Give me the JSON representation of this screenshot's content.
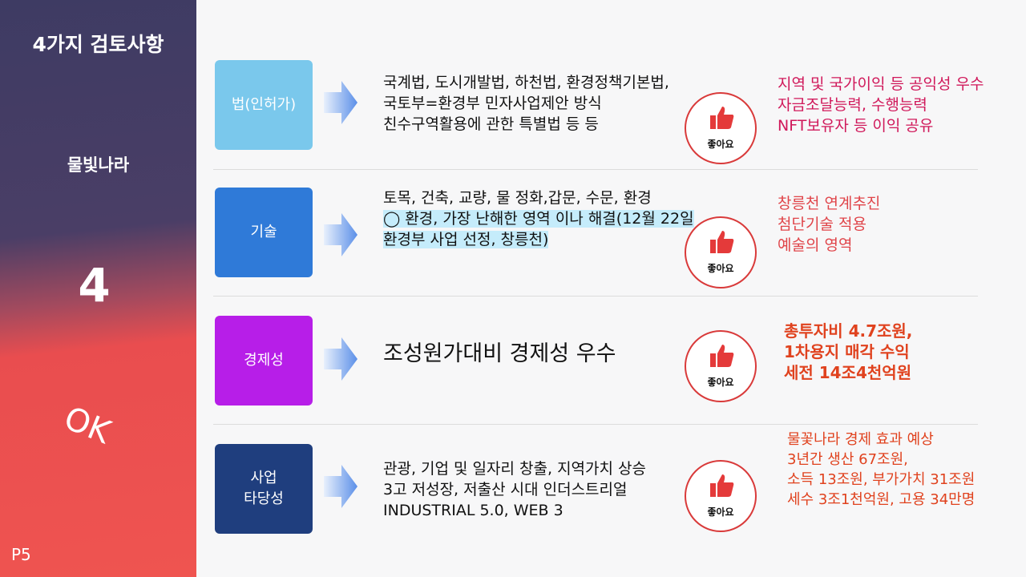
{
  "sidebar": {
    "title": "4가지 검토사항",
    "subtitle": "물빛나라",
    "number": "4",
    "ok": "OK",
    "page": "P5"
  },
  "rows": [
    {
      "category": "법(인허가)",
      "category_color": "#7ac8ec",
      "desc": [
        "국계법, 도시개발법, 하천법, 환경정책기본법,",
        "국토부=환경부  민자사업제안 방식",
        "친수구역활용에 관한  특별법 등 등"
      ],
      "like": "좋아요",
      "note": [
        "지역 및 국가이익 등  공익성 우수",
        "자금조달능력,  수행능력",
        "NFT보유자 등 이익 공유"
      ],
      "note_color": "#d0185a"
    },
    {
      "category": "기술",
      "category_color": "#2f7ad8",
      "desc": [
        "토목, 건축, 교량, 물 정화,갑문, 수문, 환경",
        "◯ 환경, 가장 난해한 영역 이나 해결(12월 22일",
        "환경부 사업 선정, 창릉천)"
      ],
      "like": "좋아요",
      "note": [
        "창릉천 연계추진",
        "첨단기술 적용",
        "예술의 영역"
      ],
      "note_color": "#e0454a"
    },
    {
      "category": "경제성",
      "category_color": "#b71ee8",
      "desc": [
        "조성원가대비 경제성 우수"
      ],
      "like": "좋아요",
      "note": [
        "총투자비 4.7조원,",
        "1차용지 매각 수익",
        "세전 14조4천억원"
      ],
      "note_color": "#e0421e"
    },
    {
      "category": "사업\n타당성",
      "category_color": "#1f3e7e",
      "desc": [
        "관광, 기업 및 일자리 창출, 지역가치 상승",
        "3고 저성장, 저출산 시대 인더스트리얼",
        "INDUSTRIAL 5.0, WEB 3"
      ],
      "like": "좋아요",
      "note": [
        "물꽃나라 경제 효과 예상",
        "3년간 생산 67조원,",
        "소득 13조원, 부가가치 31조원",
        "세수 3조1천억원, 고용 34만명"
      ],
      "note_color": "#e0421e"
    }
  ]
}
